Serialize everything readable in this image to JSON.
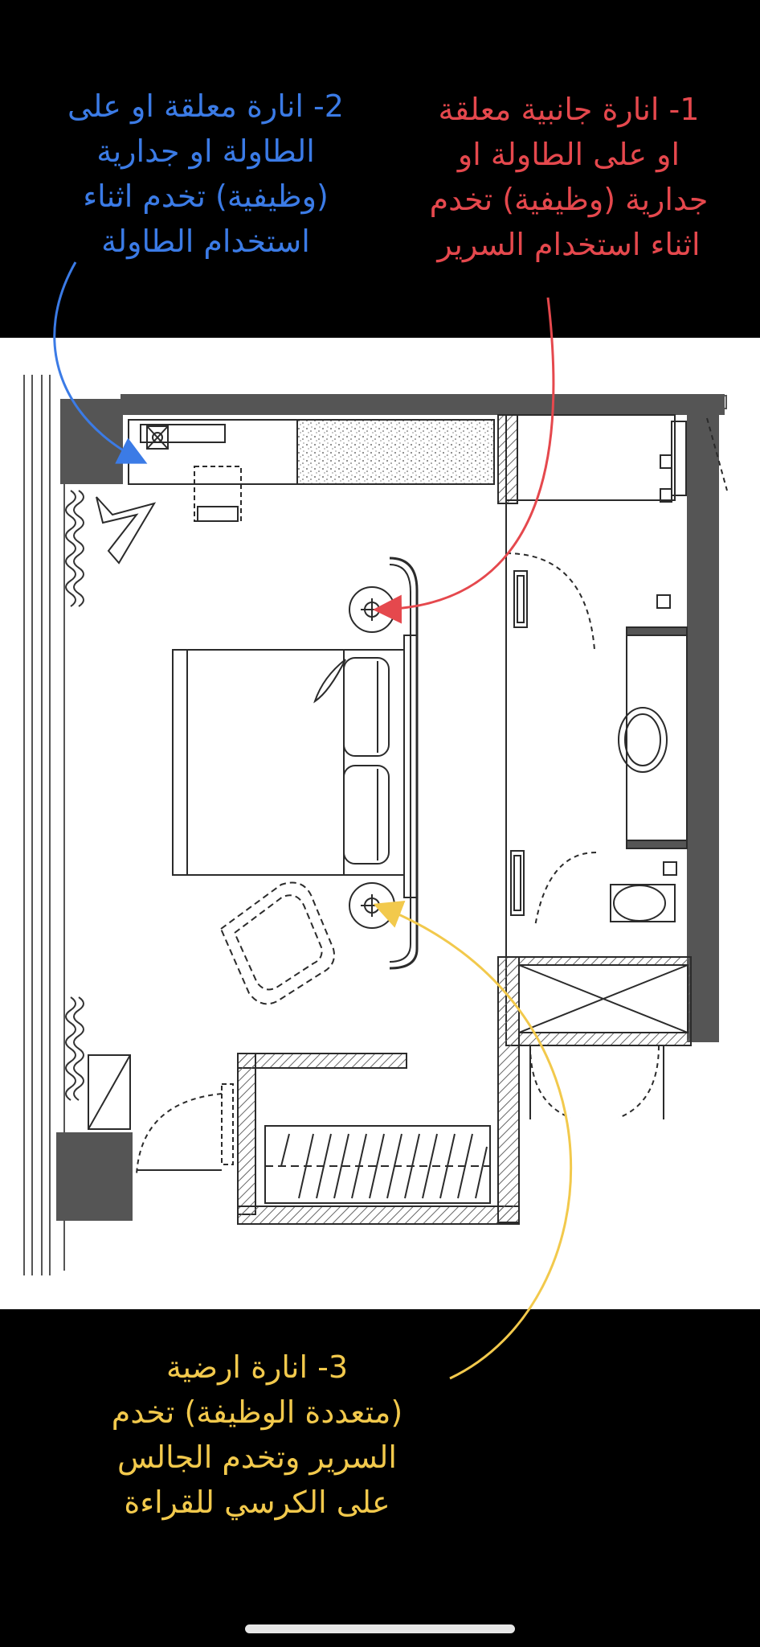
{
  "annotations": [
    {
      "id": "note-1",
      "text": "1- انارة جانبية معلقة\nاو على الطاولة او\nجدارية (وظيفية) تخدم\nاثناء استخدام السرير",
      "color": "#e5484d"
    },
    {
      "id": "note-2",
      "text": "2- انارة معلقة او على\nالطاولة او جدارية\n(وظيفية) تخدم اثناء\nاستخدام الطاولة",
      "color": "#3b7be6"
    },
    {
      "id": "note-3",
      "text": "3- انارة ارضية\n(متعددة الوظيفة) تخدم\nالسرير وتخدم الجالس\nعلى الكرسي للقراءة",
      "color": "#f2c94c"
    }
  ],
  "colors": {
    "wall": "#555555",
    "line": "#2b2b2b",
    "hatch": "#8a8a8a",
    "background": "#000000",
    "plan_background": "#ffffff"
  }
}
